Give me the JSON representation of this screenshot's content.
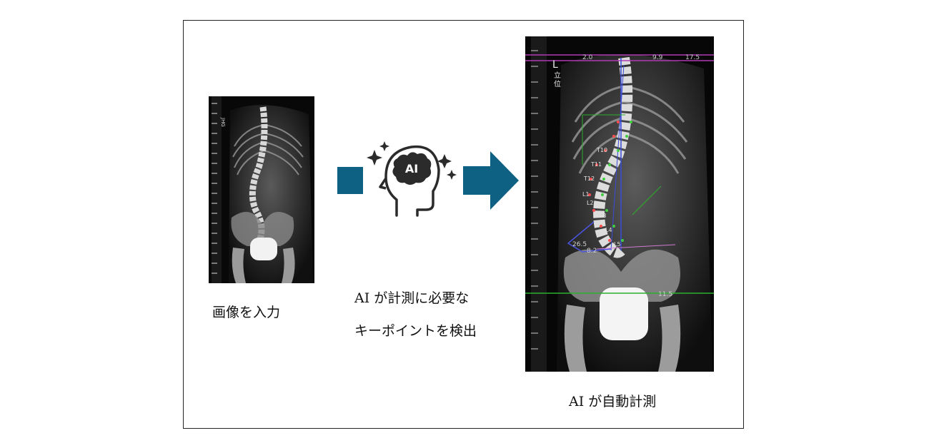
{
  "colors": {
    "arrow": "#0e6183",
    "frame": "#222222",
    "icon": "#2b2b2b"
  },
  "input_image": {
    "ruler_label": "JHG"
  },
  "output_image": {
    "label_side": "L",
    "label_pose_1": "立",
    "label_pose_2": "位",
    "angle_top_left": "2.0",
    "angle_top_mid": "9.9",
    "angle_top_right": "17.5",
    "angle_lumbar": "26.5",
    "angle_l5": "8.2",
    "angle_pelvis": "11.5",
    "vertebra_labels": [
      "T10",
      "T11",
      "T12",
      "L1",
      "L2",
      "L3",
      "L4",
      "L5"
    ]
  },
  "ai_icon": {
    "icon": "ai-head-brain-icon",
    "label": "AI"
  },
  "captions": {
    "input": "画像を入力",
    "detect_line1": "AI が計測に必要な",
    "detect_line2": "キーポイントを検出",
    "measure": "AI が自動計測"
  }
}
